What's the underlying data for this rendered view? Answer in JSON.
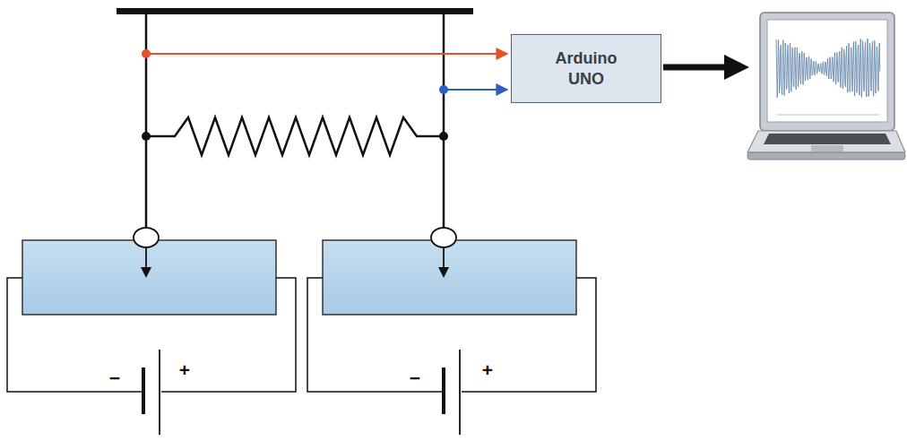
{
  "diagram": {
    "nodes": [
      {
        "text": [
          "Arduino UNO"
        ]
      }
    ],
    "labels": [
      "−",
      "+",
      "−",
      "+"
    ]
  }
}
